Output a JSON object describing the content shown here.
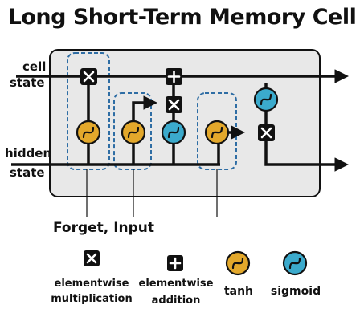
{
  "title": "Long Short-Term Memory Cell",
  "inputs": {
    "cell_state": [
      "cell",
      "state"
    ],
    "hidden_state": [
      "hidden",
      "state"
    ]
  },
  "gate_caption": "Forget, Input",
  "legend": {
    "multiply": [
      "elementwise",
      "multiplication"
    ],
    "add": [
      "elementwise",
      "addition"
    ],
    "tanh": "tanh",
    "sigmoid": "sigmoid"
  },
  "colors": {
    "tanh": "#E3A82B",
    "sigmoid": "#3BAACC",
    "box_fill": "#E8E8E8",
    "group_outline": "#2E6DA4",
    "op_node": "#111111"
  },
  "icons": {
    "multiply": "x-symbol-icon",
    "add": "plus-symbol-icon",
    "tanh": "tilde-wave-icon",
    "sigmoid": "tilde-wave-icon"
  }
}
